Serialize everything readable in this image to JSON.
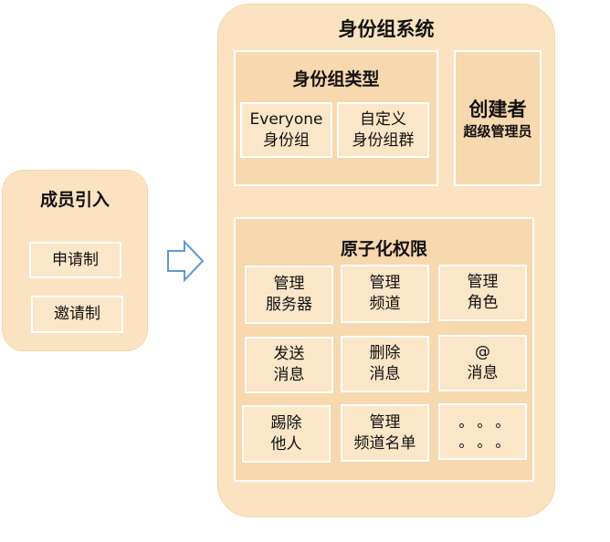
{
  "left": {
    "title": "成员引入",
    "items": [
      "申请制",
      "邀请制"
    ]
  },
  "system": {
    "title": "身份组系统",
    "types": {
      "title": "身份组类型",
      "items": [
        "Everyone\n身份组",
        "自定义\n身份组群"
      ]
    },
    "creator": {
      "title": "创建者",
      "subtitle": "超级管理员"
    },
    "permissions": {
      "title": "原子化权限",
      "items": [
        "管理\n服务器",
        "管理\n频道",
        "管理\n角色",
        "发送\n消息",
        "删除\n消息",
        "@\n消息",
        "踢除\n他人",
        "管理\n频道名单"
      ]
    }
  },
  "colors": {
    "panel": "#fbe3c1",
    "inner": "#f8d8ae",
    "card": "#fbe6c8",
    "arrow_stroke": "#5b9bd5"
  },
  "icons": {
    "flow_arrow": "right-arrow-icon",
    "more": "ellipsis-icon"
  }
}
